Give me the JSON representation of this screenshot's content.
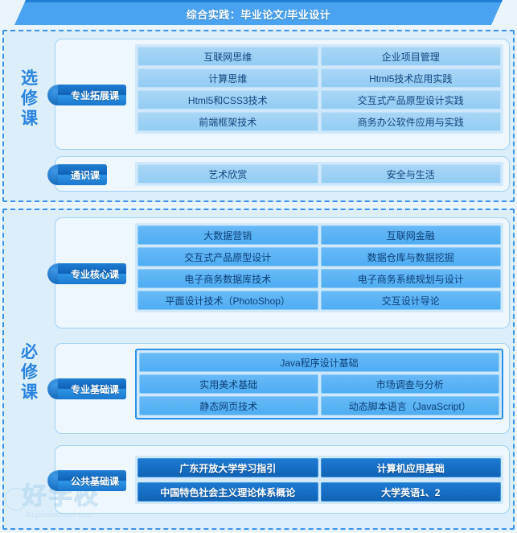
{
  "banner": {
    "title": "综合实践：毕业论文/毕业设计"
  },
  "sections": [
    {
      "key": "elective",
      "vertical_label": "选修课",
      "groups": [
        {
          "key": "professional-expansion",
          "pill_label": "专业拓展课",
          "rows": [
            [
              "互联网思维",
              "企业项目管理"
            ],
            [
              "计算思维",
              "Html5技术应用实践"
            ],
            [
              "Html5和CSS3技术",
              "交互式产品原型设计实践"
            ],
            [
              "前端框架技术",
              "商务办公软件应用与实践"
            ]
          ]
        },
        {
          "key": "general-education",
          "pill_label": "通识课",
          "rows": [
            [
              "艺术欣赏",
              "安全与生活"
            ]
          ]
        }
      ]
    },
    {
      "key": "required",
      "vertical_label": "必修课",
      "groups": [
        {
          "key": "professional-core",
          "pill_label": "专业核心课",
          "rows": [
            [
              "大数据营销",
              "互联网金融"
            ],
            [
              "交互式产品原型设计",
              "数据仓库与数据挖掘"
            ],
            [
              "电子商务数据库技术",
              "电子商务系统规划与设计"
            ],
            [
              "平面设计技术（PhotoShop）",
              "交互设计导论"
            ]
          ]
        },
        {
          "key": "professional-foundation",
          "pill_label": "专业基础课",
          "rows": [
            [
              "Java程序设计基础"
            ],
            [
              "实用美术基础",
              "市场调查与分析"
            ],
            [
              "静态网页技术",
              "动态脚本语言（JavaScript）"
            ]
          ]
        },
        {
          "key": "public-foundation",
          "pill_label": "公共基础课",
          "rows": [
            [
              "广东开放大学学习指引",
              "计算机应用基础"
            ],
            [
              "中国特色社会主义理论体系概论",
              "大学英语1、2"
            ]
          ]
        }
      ]
    }
  ],
  "watermark": {
    "brand": "好学校",
    "domain": "91goodschool.com"
  },
  "colors": {
    "banner_blue": "#4aa3f0",
    "pill_blue": "#1064b5",
    "cell_light": "#a8d6f6",
    "cell_mid": "#68b9f6",
    "cell_dark": "#1d7ad1",
    "dashed_border": "#3a93e8",
    "label_text": "#2a84e0"
  }
}
